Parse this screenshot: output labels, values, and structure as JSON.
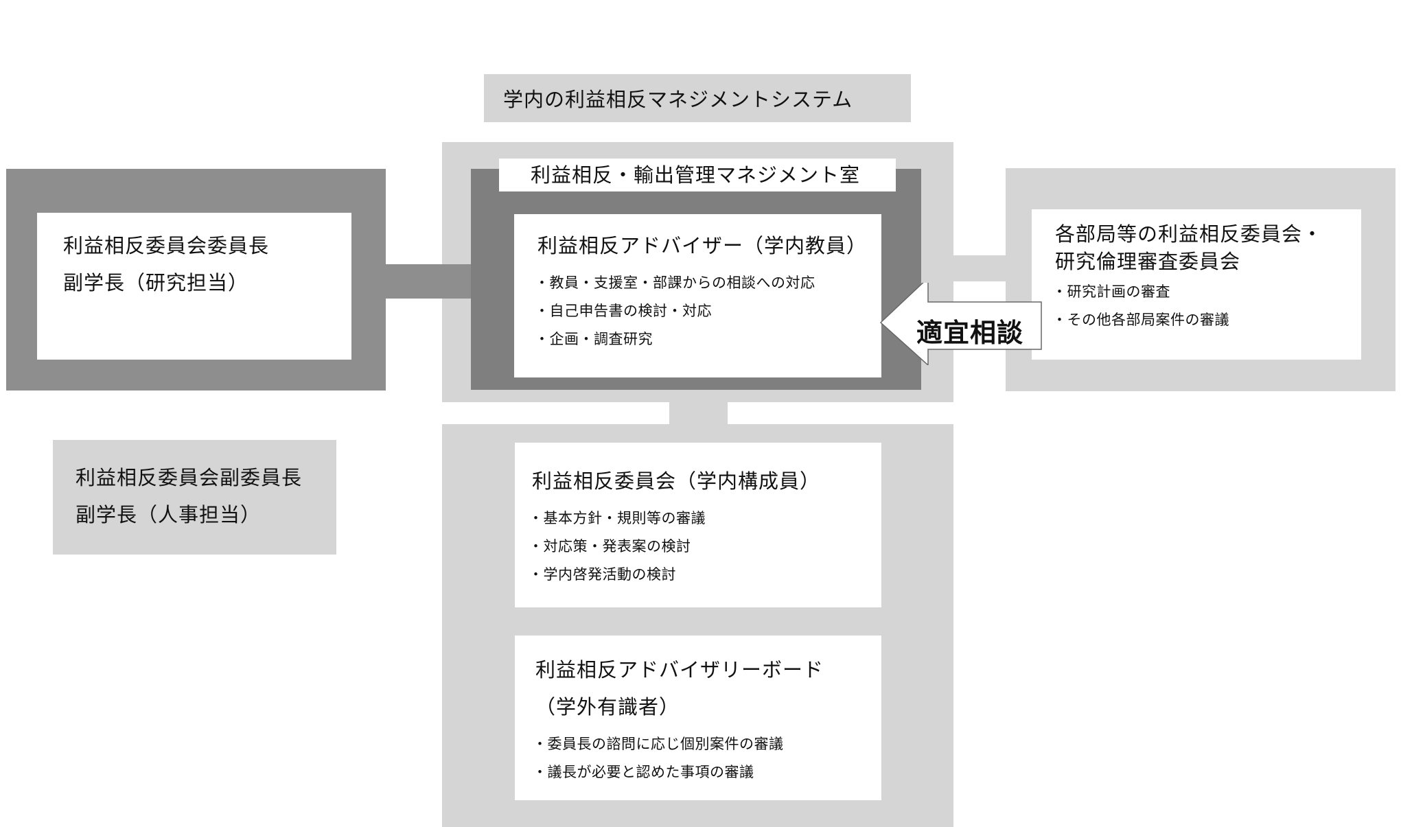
{
  "title": "学内の利益相反マネジメントシステム",
  "chair_box": {
    "line1": "利益相反委員会委員長",
    "line2": "副学長（研究担当）"
  },
  "vice_chair_box": {
    "line1": "利益相反委員会副委員長",
    "line2": "副学長（人事担当）"
  },
  "office": {
    "label": "利益相反・輸出管理マネジメント室",
    "advisor": {
      "heading": "利益相反アドバイザー（学内教員）",
      "items": [
        "・教員・支援室・部課からの相談への対応",
        "・自己申告書の検討・対応",
        "・企画・調査研究"
      ]
    }
  },
  "arrow_label": "適宜相談",
  "departments": {
    "line1": "各部局等の利益相反委員会・",
    "line2": "研究倫理審査委員会",
    "items": [
      "・研究計画の審査",
      "・その他各部局案件の審議"
    ]
  },
  "committee": {
    "heading": "利益相反委員会（学内構成員）",
    "items": [
      "・基本方針・規則等の審議",
      "・対応策・発表案の検討",
      "・学内啓発活動の検討"
    ]
  },
  "advisory_board": {
    "line1": "利益相反アドバイザリーボード",
    "line2": "（学外有識者）",
    "items": [
      "・委員長の諮問に応じ個別案件の審議",
      "・議長が必要と認めた事項の審議"
    ]
  }
}
